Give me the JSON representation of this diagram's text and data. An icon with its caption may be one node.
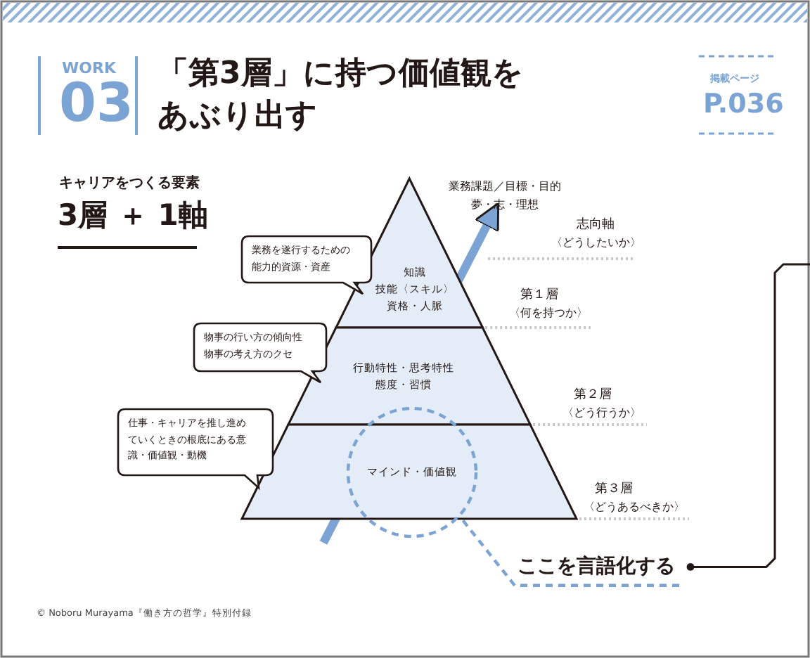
{
  "diagram": {
    "title": "「第3層」に持つ価値観をあぶり出す",
    "caption": "© Noboru Murayama『働き方の哲学』特別付録",
    "nodes": [
      {
        "text": [
          "業務を遂行するための能力的資源・資産"
        ]
      },
      {
        "text": [
          "知識",
          "技能〈スキル〉",
          "資格・人脈"
        ],
        "beside": [
          "第１層",
          "〈何を持つか〉"
        ]
      },
      {
        "text": [
          "物事の行い方の傾向性",
          "物事の考え方のクセ"
        ]
      },
      {
        "text": [
          "行動特性・思考特性",
          "態度・習慣"
        ],
        "beside": [
          "第２層",
          "〈どう行うか〉"
        ]
      },
      {
        "text": [
          "仕事・キャリアを推し進めていくときの根底にある意識・価値観・動機"
        ]
      },
      {
        "text": [],
        "shape": "trapezoid",
        "beside": [
          "第３層",
          "〈どうあるべきか〉"
        ]
      },
      {
        "text": [
          "マインド・価値観"
        ]
      },
      {
        "text": [
          "業務課題／目標・目的",
          "夢・志・理想"
        ]
      },
      {
        "text": [
          "ここを言語化する"
        ]
      }
    ],
    "edges": [
      {
        "from": null,
        "to": 7,
        "arrow": "to",
        "style": "thick",
        "color": "#7ba3d3"
      },
      {
        "from": 8,
        "to": 6,
        "arrow": "none",
        "style": "dashed",
        "color": "#7ba3d3"
      },
      {
        "from": null,
        "to": 8,
        "arrow": "other",
        "color": "#231815"
      }
    ],
    "labels": [
      "WORK",
      "03",
      "掲載ページ",
      "P.036",
      "キャリアをつくる要素",
      "3層 ＋ 1軸",
      "志向軸",
      "〈どうしたいか〉"
    ]
  }
}
